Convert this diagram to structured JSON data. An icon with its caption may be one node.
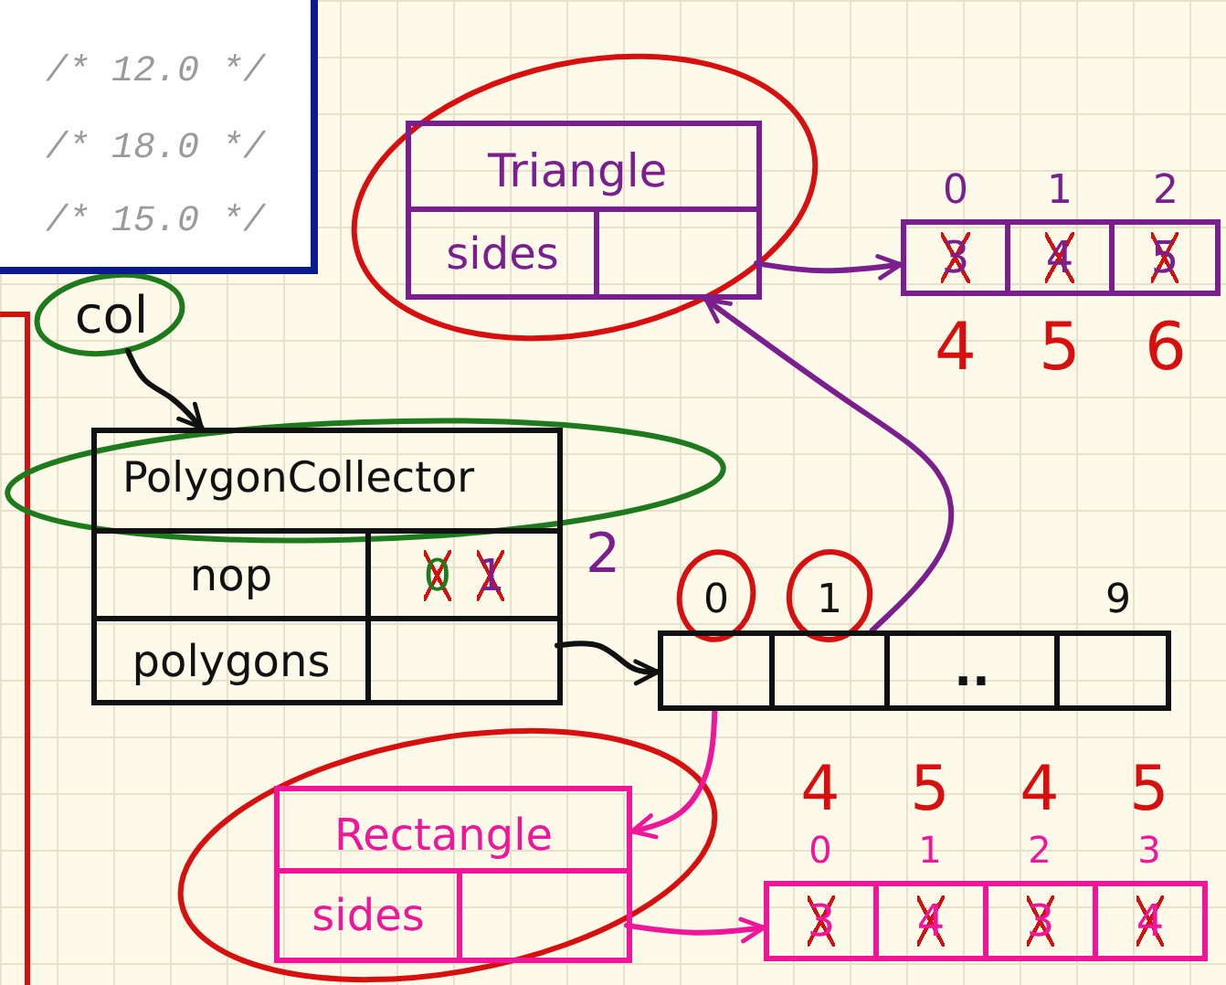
{
  "diagram": {
    "nodes": [
      {
        "text": [
          "/* 12.0 */",
          "/* 18.0 */",
          "/* 15.0 */"
        ]
      },
      {
        "text": [
          "col"
        ]
      },
      {
        "text": [
          "PolygonCollector"
        ]
      },
      {
        "text": [
          "nop"
        ],
        "in": 2
      },
      {
        "text": [
          "0",
          "1"
        ],
        "in": 2,
        "beside": [
          "2"
        ]
      },
      {
        "text": [
          "polygons"
        ],
        "in": 2
      },
      {
        "text": [],
        "shape": "box",
        "in": 2
      },
      {
        "text": [],
        "shape": "box",
        "beside": [
          "0"
        ]
      },
      {
        "text": [],
        "shape": "box",
        "beside": [
          "1"
        ]
      },
      {
        "text": [
          ".."
        ]
      },
      {
        "text": [],
        "shape": "box",
        "beside": [
          "9"
        ]
      },
      {
        "text": [
          "Triangle"
        ]
      },
      {
        "text": [
          "sides"
        ],
        "in": 11
      },
      {
        "text": [],
        "shape": "box",
        "in": 11
      },
      {
        "text": [
          "3"
        ],
        "beside": [
          "0",
          "4"
        ]
      },
      {
        "text": [
          "4"
        ],
        "beside": [
          "1",
          "5"
        ]
      },
      {
        "text": [
          "5"
        ],
        "beside": [
          "2",
          "6"
        ]
      },
      {
        "text": [
          "Rectangle"
        ]
      },
      {
        "text": [
          "sides"
        ],
        "in": 17
      },
      {
        "text": [],
        "shape": "box",
        "in": 17
      },
      {
        "text": [
          "3"
        ],
        "beside": [
          "4",
          "0"
        ]
      },
      {
        "text": [
          "4"
        ],
        "beside": [
          "5",
          "1"
        ]
      },
      {
        "text": [
          "3"
        ],
        "beside": [
          "4",
          "2"
        ]
      },
      {
        "text": [
          "4"
        ],
        "beside": [
          "5",
          "3"
        ]
      }
    ],
    "edges": [
      {
        "from": 1,
        "to": 2,
        "arrow": "to"
      },
      {
        "from": 6,
        "to": 7,
        "arrow": "to"
      },
      {
        "from": 7,
        "to": 17,
        "arrow": "to",
        "color": "#f0169a"
      },
      {
        "from": 8,
        "to": 11,
        "arrow": "to",
        "color": "#7b1f8e"
      },
      {
        "from": 13,
        "to": 14,
        "arrow": "to",
        "color": "#7b1f8e"
      },
      {
        "from": 19,
        "to": 20,
        "arrow": "to",
        "color": "#f0169a"
      }
    ]
  }
}
